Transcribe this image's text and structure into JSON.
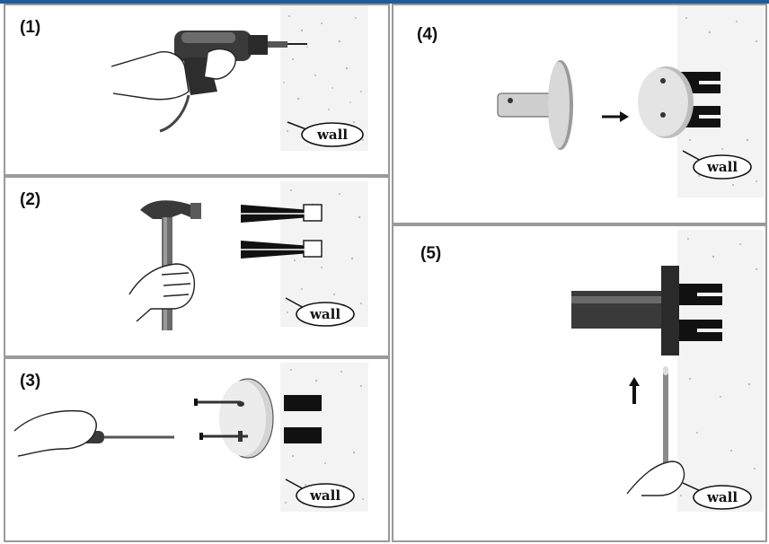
{
  "steps": [
    {
      "number": "(1)",
      "wall_label": "wall"
    },
    {
      "number": "(2)",
      "wall_label": "wall"
    },
    {
      "number": "(3)",
      "wall_label": "wall"
    },
    {
      "number": "(4)",
      "wall_label": "wall"
    },
    {
      "number": "(5)",
      "wall_label": "wall"
    }
  ],
  "colors": {
    "frame": "#9a9a9a",
    "top_bar": "#1f5d9a",
    "wall_texture": "#f3f3f3",
    "ink": "#111111"
  },
  "icons": [
    "drill-icon",
    "hammer-icon",
    "screwdriver-icon",
    "screw-icon",
    "wall-anchor-icon",
    "towel-hook-icon",
    "mounting-plate-icon",
    "allen-key-icon",
    "arrow-icon"
  ]
}
